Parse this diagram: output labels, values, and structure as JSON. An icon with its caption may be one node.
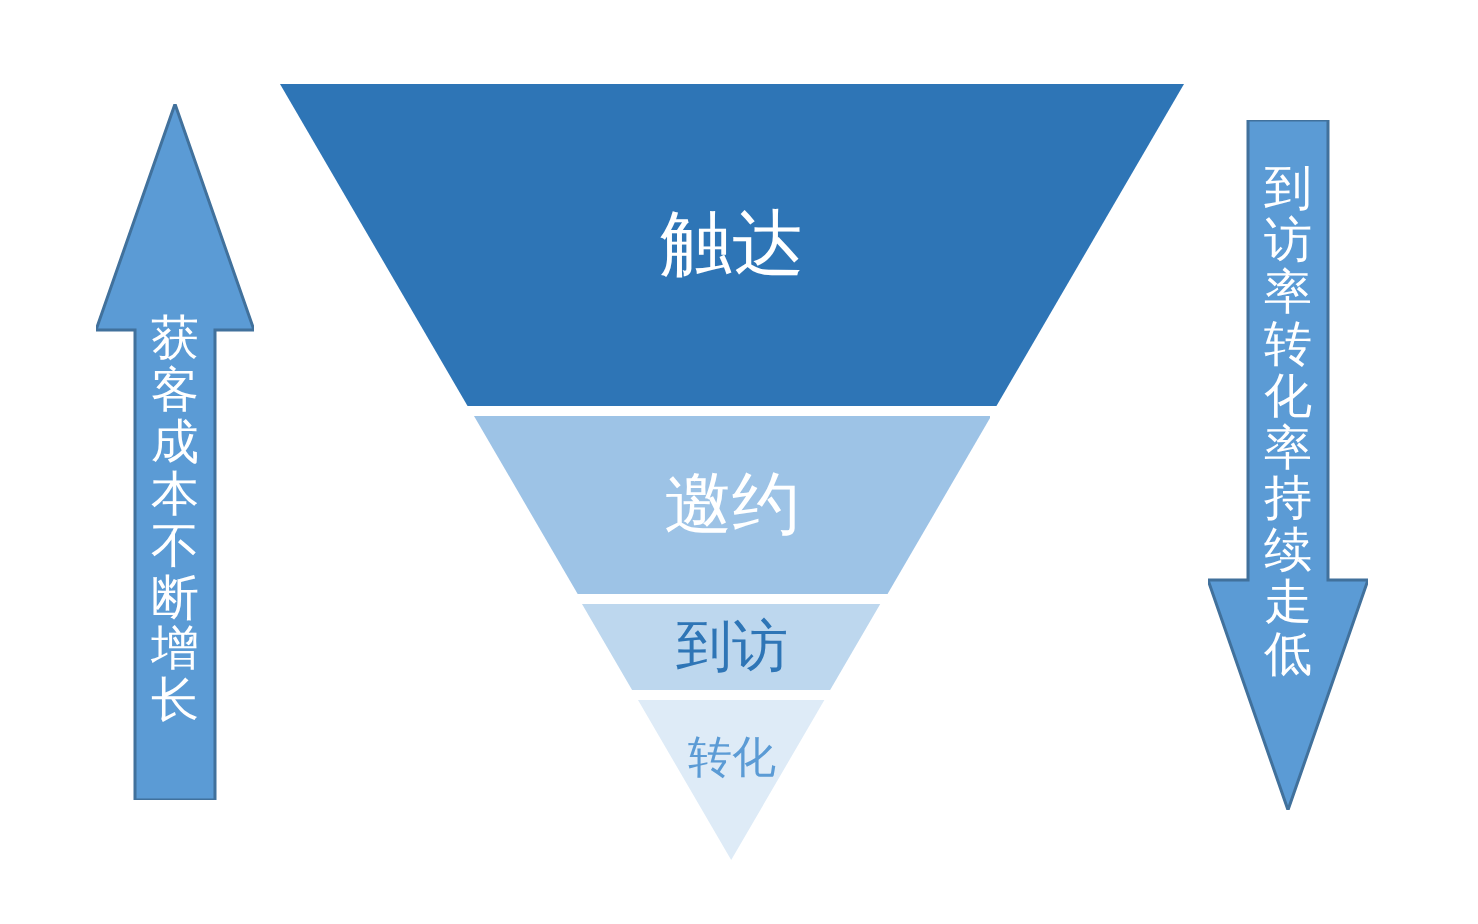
{
  "diagram": {
    "nodes": [
      {
        "text": [
          "获客成本不断增长"
        ]
      },
      {
        "text": [
          "触达"
        ]
      },
      {
        "text": [
          "邀约"
        ]
      },
      {
        "text": [
          "到访"
        ]
      },
      {
        "text": [
          "转化"
        ]
      },
      {
        "text": [
          "到访率转化率持续走低"
        ]
      }
    ]
  }
}
